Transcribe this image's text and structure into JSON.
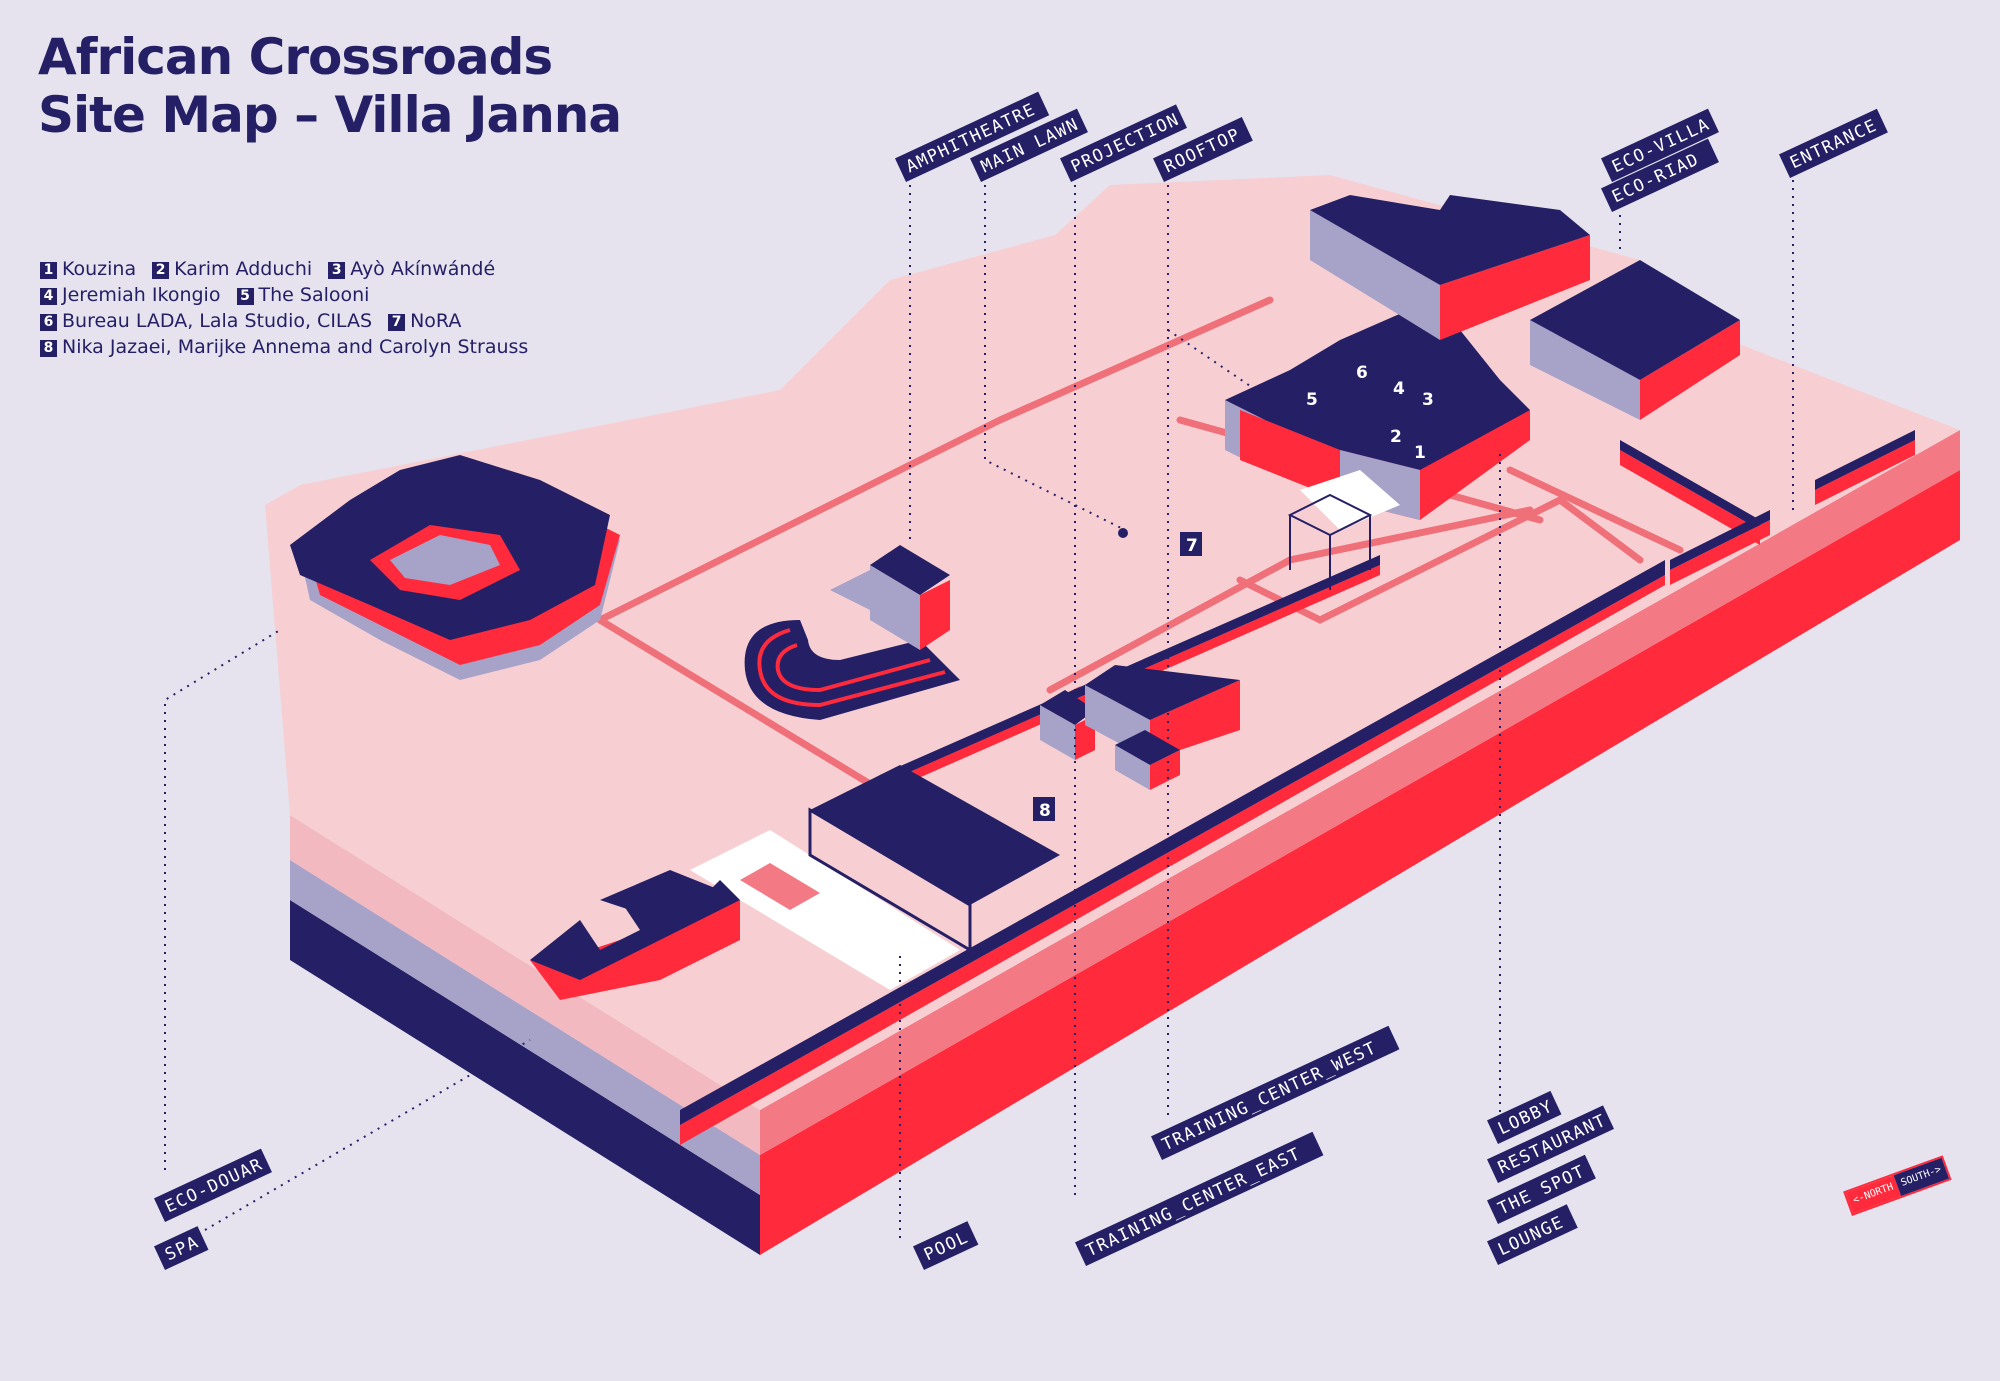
{
  "title": {
    "line1": "African Crossroads",
    "line2": "Site Map – Villa Janna"
  },
  "legend": [
    [
      {
        "num": "1",
        "name": "Kouzina"
      },
      {
        "num": "2",
        "name": "Karim Adduchi"
      },
      {
        "num": "3",
        "name": "Ayò Akínwándé"
      }
    ],
    [
      {
        "num": "4",
        "name": "Jeremiah Ikongio"
      },
      {
        "num": "5",
        "name": "The Salooni"
      }
    ],
    [
      {
        "num": "6",
        "name": "Bureau LADA, Lala Studio, CILAS"
      },
      {
        "num": "7",
        "name": "NoRA"
      }
    ],
    [
      {
        "num": "8",
        "name": "Nika Jazaei, Marijke Annema and Carolyn Strauss"
      }
    ]
  ],
  "locations": {
    "amphitheatre": "AMPHITHEATRE",
    "main_lawn": "MAIN LAWN",
    "projection": "PROJECTION",
    "rooftop": "ROOFTOP",
    "eco_villa": "ECO-VILLA",
    "eco_riad": "ECO-RIAD",
    "entrance": "ENTRANCE",
    "eco_douar": "ECO-DOUAR",
    "spa": "SPA",
    "pool": "POOL",
    "training_center_east": "TRAINING_CENTER_EAST",
    "training_center_west": "TRAINING_CENTER_WEST",
    "lobby": "LOBBY",
    "restaurant": "RESTAURANT",
    "the_spot": "THE SPOT",
    "lounge": "LOUNGE"
  },
  "markers": {
    "m1": "1",
    "m2": "2",
    "m3": "3",
    "m4": "4",
    "m5": "5",
    "m6": "6",
    "m7": "7",
    "m8": "8"
  },
  "compass": {
    "north": "<-NORTH",
    "south": "SOUTH->"
  },
  "colors": {
    "background": "#e6e3ee",
    "navy": "#252066",
    "red": "#ff2a3c",
    "ground": "#f7cfd3",
    "path": "#f0707a",
    "lilac": "#a7a3c8",
    "white": "#ffffff"
  }
}
